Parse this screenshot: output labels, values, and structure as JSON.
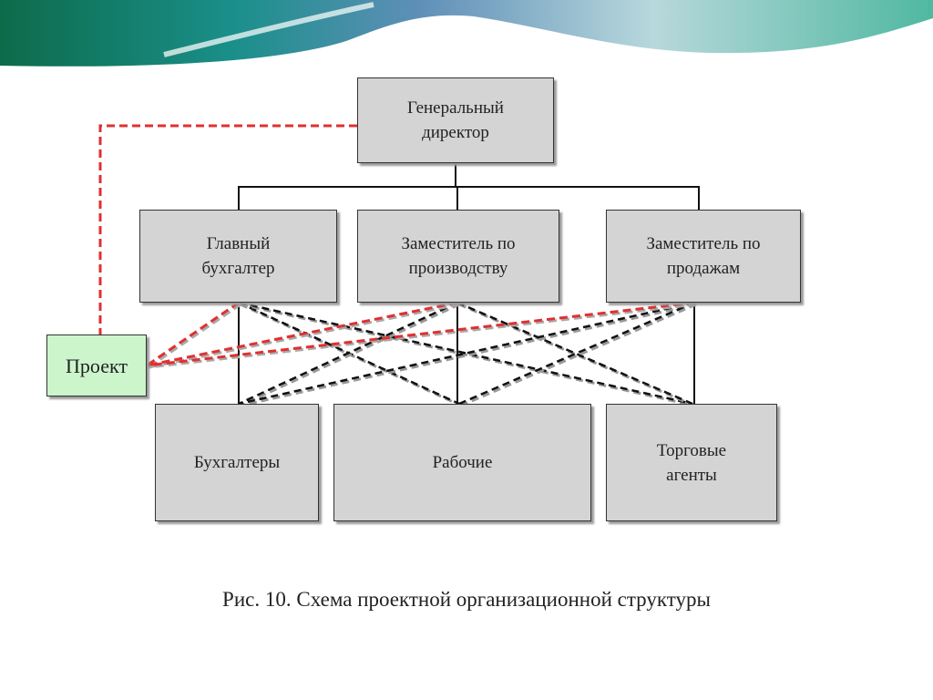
{
  "diagram": {
    "nodes": {
      "ceo": "Генеральный\nдиректор",
      "chief_accountant": "Главный\nбухгалтер",
      "deputy_production": "Заместитель по\nпроизводству",
      "deputy_sales": "Заместитель по\nпродажам",
      "project": "Проект",
      "accountants": "Бухгалтеры",
      "workers": "Рабочие",
      "sales_agents": "Торговые\nагенты"
    },
    "edges": {
      "hierarchy": [
        [
          "ceo",
          "chief_accountant"
        ],
        [
          "ceo",
          "deputy_production"
        ],
        [
          "ceo",
          "deputy_sales"
        ],
        [
          "chief_accountant",
          "accountants"
        ],
        [
          "deputy_production",
          "workers"
        ],
        [
          "deputy_sales",
          "sales_agents"
        ]
      ],
      "project_links": [
        [
          "ceo",
          "project"
        ],
        [
          "chief_accountant",
          "project"
        ],
        [
          "deputy_production",
          "project"
        ],
        [
          "deputy_sales",
          "project"
        ]
      ],
      "cross_links": [
        [
          "chief_accountant",
          "workers"
        ],
        [
          "chief_accountant",
          "sales_agents"
        ],
        [
          "deputy_production",
          "accountants"
        ],
        [
          "deputy_production",
          "sales_agents"
        ],
        [
          "deputy_sales",
          "accountants"
        ],
        [
          "deputy_sales",
          "workers"
        ]
      ]
    },
    "colors": {
      "box_fill": "#d4d4d4",
      "project_fill": "#ccf5cc",
      "project_link": "#e03030",
      "cross_link": "#111111"
    }
  },
  "caption": "Рис. 10. Схема проектной организационной структуры"
}
